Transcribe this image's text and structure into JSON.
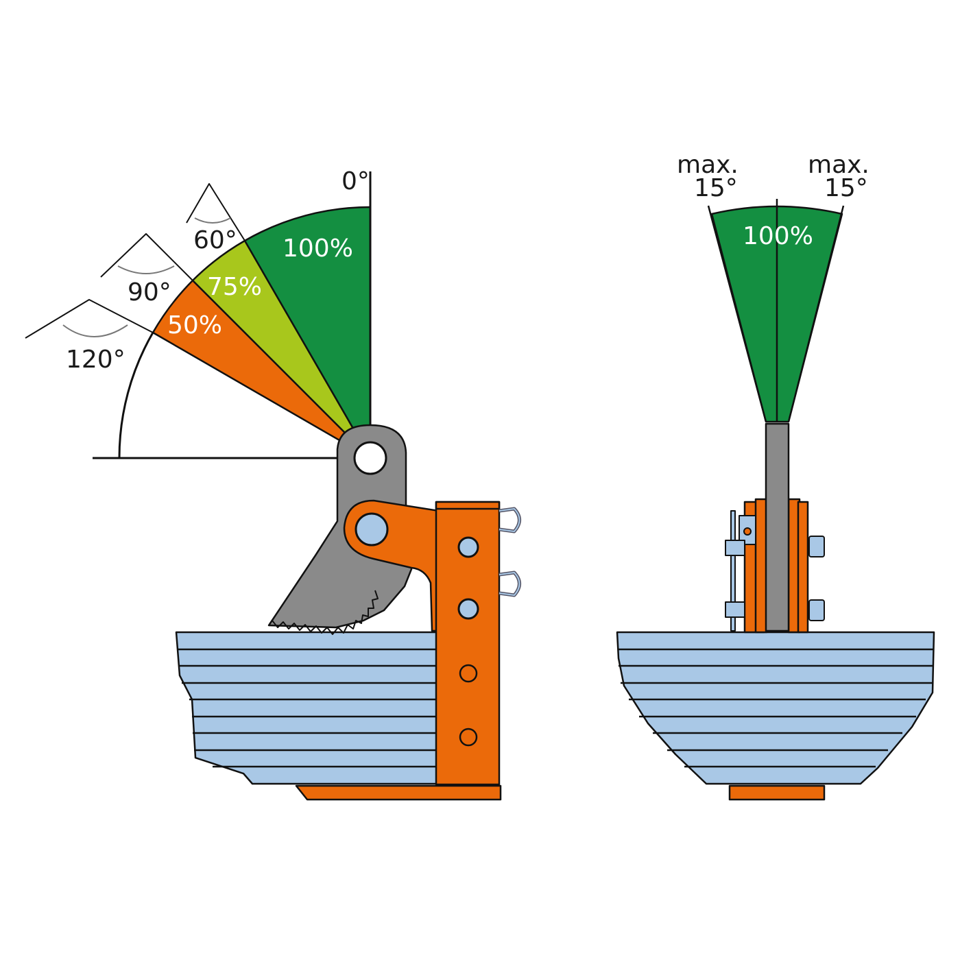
{
  "colors": {
    "green": "#148f41",
    "yellow": "#a8c71c",
    "orange": "#eb6a0a",
    "gray": "#8a8a8a",
    "steel": "#a9c8e6"
  },
  "side_view": {
    "zero_label": "0°",
    "zones": [
      {
        "label": "100%"
      },
      {
        "label": "75%"
      },
      {
        "label": "50%"
      }
    ],
    "angles": [
      {
        "label": "60°"
      },
      {
        "label": "90°"
      },
      {
        "label": "120°"
      }
    ]
  },
  "front_view": {
    "left_label_1": "max.",
    "left_label_2": "15°",
    "right_label_1": "max.",
    "right_label_2": "15°",
    "zone_label": "100%"
  }
}
